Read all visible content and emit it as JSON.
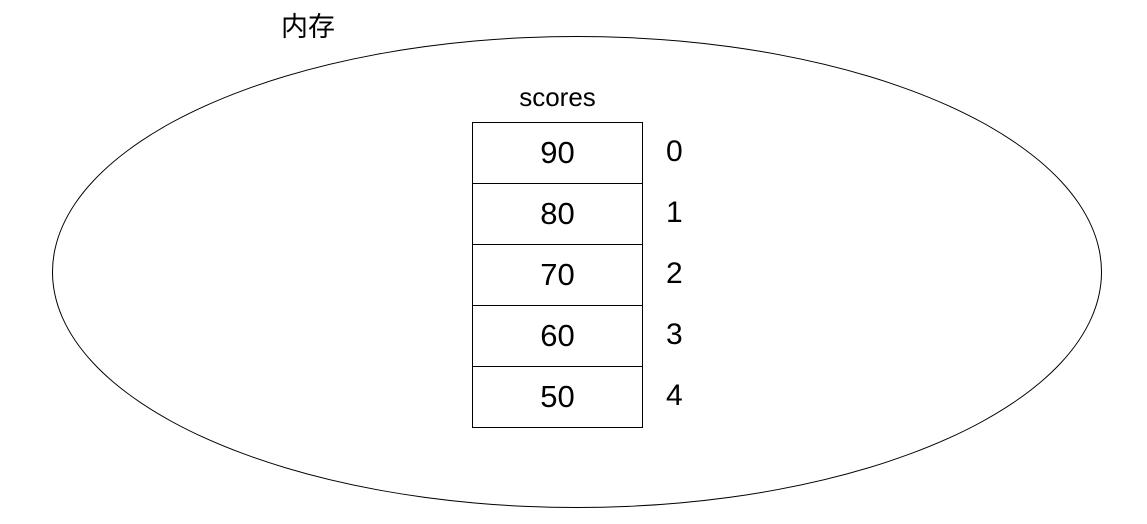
{
  "diagram": {
    "memory_label": "内存",
    "array_label": "scores",
    "rows": [
      {
        "value": "90",
        "index": "0"
      },
      {
        "value": "80",
        "index": "1"
      },
      {
        "value": "70",
        "index": "2"
      },
      {
        "value": "60",
        "index": "3"
      },
      {
        "value": "50",
        "index": "4"
      }
    ],
    "colors": {
      "stroke": "#000000",
      "text": "#000000",
      "background": "#ffffff"
    }
  }
}
